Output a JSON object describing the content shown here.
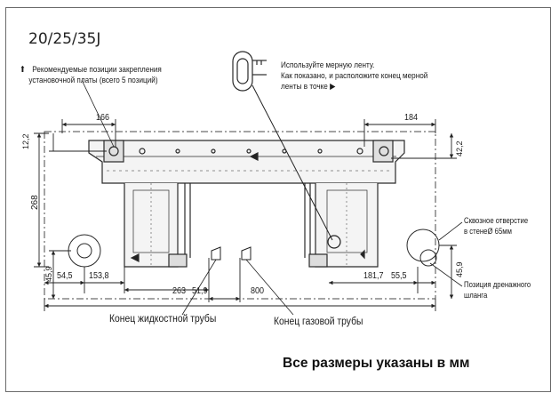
{
  "title": "20/25/35J",
  "recommended_note": {
    "arrow_glyph": "⬆",
    "line1": "Рекомендуемые позиции закрепления",
    "line2": "установочной платы (всего 5 позиций)"
  },
  "tape_note": {
    "line1": "Используйте мерную ленту.",
    "line2": "Как показано, и расположите конец мерной",
    "line3": "ленты в точке",
    "point_glyph": "▶"
  },
  "dimensions": {
    "top_left": "166",
    "top_right": "184",
    "left_small": "12,2",
    "left_height": "268",
    "left_bottom": "45,9",
    "right_small": "42,2",
    "right_bottom": "45,9",
    "bottom_left_a": "54,5",
    "bottom_left_b": "153,8",
    "bottom_mid_a": "263",
    "bottom_mid_b": "51,9",
    "bottom_center": "800",
    "bottom_right_a": "181,7",
    "bottom_right_b": "55,5"
  },
  "labels": {
    "through_hole": [
      "Сквозное отверстие",
      "в стенеØ  65мм"
    ],
    "drain_position": [
      "Позиция дренажного",
      "шланга"
    ],
    "liquid_pipe_end": "Конец жидкостной трубы",
    "gas_pipe_end": "Конец газовой трубы",
    "units_note": "Все размеры указаны в мм"
  },
  "colors": {
    "line": "#2a2a2a",
    "dashed": "#4a4a4a",
    "plate_fill": "#f4f4f4",
    "frame": "#6b6b6b"
  }
}
